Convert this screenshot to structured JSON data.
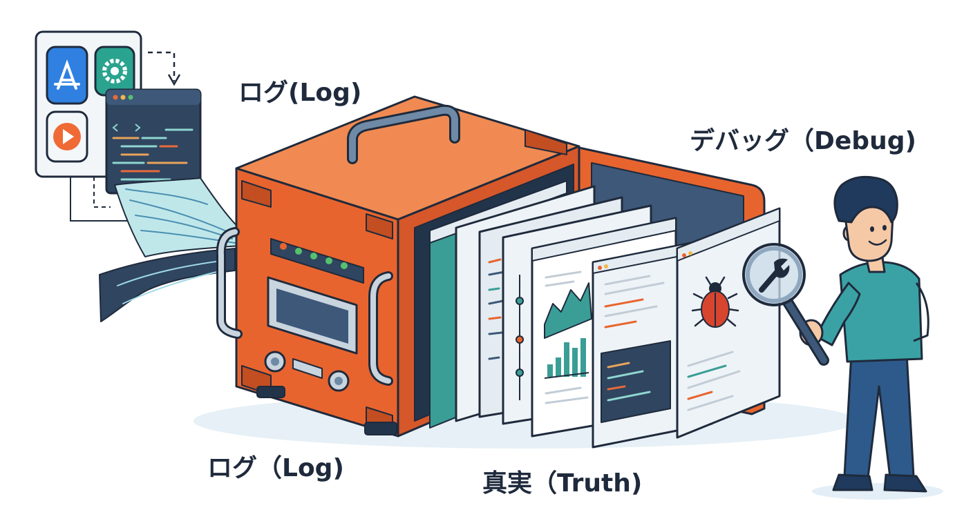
{
  "labels": {
    "log_top": "ログ(Log)",
    "log_bottom": "ログ（Log)",
    "debug": "デバッグ（Debug)",
    "truth": "真実（Truth)"
  },
  "colors": {
    "case_orange": "#e8642e",
    "case_dark": "#c24e22",
    "navy": "#1f2a3c",
    "teal": "#3a9e96",
    "screen_blue": "#3f5a78",
    "paper": "#eef3f7",
    "shirt": "#3aa2a4",
    "pants": "#2d5a8a",
    "bug_red": "#d8452e"
  },
  "icons": [
    "app-store-icon",
    "gear-icon",
    "play-icon",
    "code-window-icon",
    "magnifier-icon",
    "wrench-icon",
    "bug-icon"
  ]
}
